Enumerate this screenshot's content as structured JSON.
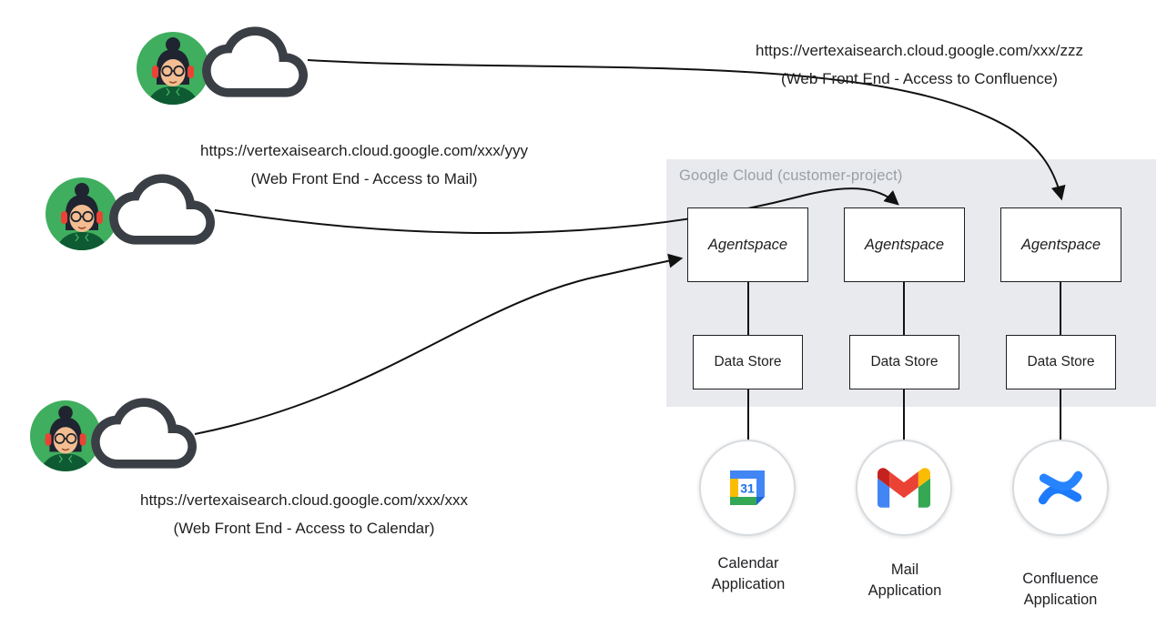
{
  "cloud_container": {
    "label": "Google Cloud (customer-project)"
  },
  "endpoints": [
    {
      "url": "https://vertexaisearch.cloud.google.com/xxx/zzz",
      "caption": "(Web Front End - Access to Confluence)"
    },
    {
      "url": "https://vertexaisearch.cloud.google.com/xxx/yyy",
      "caption": "(Web Front End - Access to Mail)"
    },
    {
      "url": "https://vertexaisearch.cloud.google.com/xxx/xxx",
      "caption": "(Web Front End - Access to Calendar)"
    }
  ],
  "columns": [
    {
      "engine_label": "Agentspace",
      "datastore_label": "Data Store",
      "app_label": "Calendar Application",
      "icon": "google-calendar-icon"
    },
    {
      "engine_label": "Agentspace",
      "datastore_label": "Data Store",
      "app_label": "Mail Application",
      "icon": "gmail-icon"
    },
    {
      "engine_label": "Agentspace",
      "datastore_label": "Data Store",
      "app_label": "Confluence Application",
      "icon": "confluence-icon"
    }
  ],
  "icons": {
    "user": "user-avatar-icon",
    "network": "cloud-icon"
  },
  "colors": {
    "container_bg": "#e8eaed",
    "container_label": "#9aa0a6",
    "node_border": "#1f1f1f",
    "arrow": "#111111",
    "avatar_green": "#3fae5e",
    "headphones_red": "#ea4335",
    "calendar_blue": "#4285f4",
    "gmail_red": "#ea4335",
    "confluence_blue": "#1d7afc"
  }
}
